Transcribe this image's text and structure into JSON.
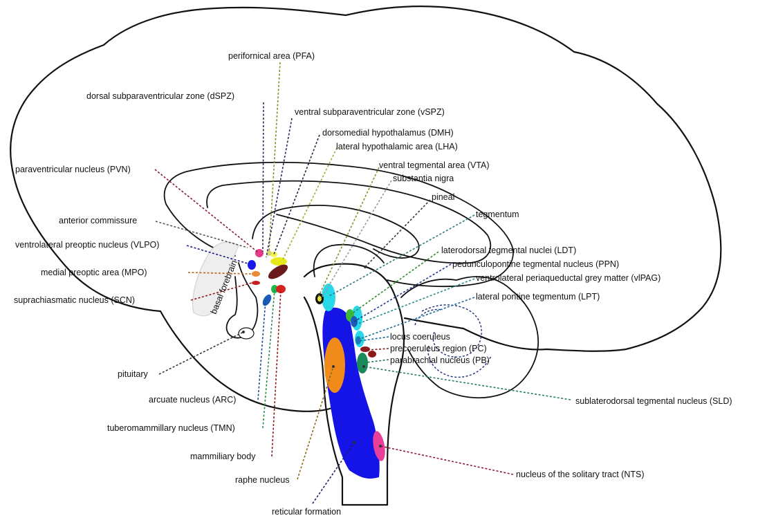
{
  "region_label": "basal forebrain",
  "labels": {
    "pfa": {
      "text": "perifornical area (PFA)",
      "color": "#8c8c2a"
    },
    "dspz": {
      "text": "dorsal subparaventricular zone (dSPZ)",
      "color": "#2b2b55"
    },
    "vspz": {
      "text": "ventral subparaventricular zone (vSPZ)",
      "color": "#1e2e5a"
    },
    "dmh": {
      "text": "dorsomedial hypothalamus (DMH)",
      "color": "#222244"
    },
    "lha": {
      "text": "lateral hypothalamic area (LHA)",
      "color": "#a8a83a"
    },
    "pvn": {
      "text": "paraventricular nucleus (PVN)",
      "color": "#8b1a2a"
    },
    "vta": {
      "text": "ventral tegmental area (VTA)",
      "color": "#8c8c2a"
    },
    "substantia": {
      "text": "substantia nigra",
      "color": "#999999"
    },
    "pineal": {
      "text": "pineal",
      "color": "#333333"
    },
    "tegmentum": {
      "text": "tegmentum",
      "color": "#2a7a7a"
    },
    "ac": {
      "text": "anterior commissure",
      "color": "#555555"
    },
    "vlpo": {
      "text": "ventrolateral preoptic nucleus (VLPO)",
      "color": "#1a1a8c"
    },
    "mpo": {
      "text": "medial preoptic area (MPO)",
      "color": "#b8661a"
    },
    "scn": {
      "text": "suprachiasmatic nucleus (SCN)",
      "color": "#8b1a1a"
    },
    "ldt": {
      "text": "laterodorsal tegmental nuclei (LDT)",
      "color": "#2a8a2a"
    },
    "ppn": {
      "text": "pedunculopontine tegmental nucleus (PPN)",
      "color": "#1a3a8c"
    },
    "vlpag": {
      "text": "ventrolateral periaqueductal grey matter (vlPAG)",
      "color": "#2a8a8a"
    },
    "lpt": {
      "text": "lateral pontine tegmentum (LPT)",
      "color": "#1a6a9a"
    },
    "lc": {
      "text": "locus coeruleus",
      "color": "#1a6a9a"
    },
    "pc": {
      "text": "precoeruleus region (PC)",
      "color": "#8b1a1a"
    },
    "pb": {
      "text": "parabrachial nucleus (PB)",
      "color": "#1a7a4a"
    },
    "pituitary": {
      "text": "pituitary",
      "color": "#333333"
    },
    "sld": {
      "text": "sublaterodorsal tegmental nucleus (SLD)",
      "color": "#2a7a6a"
    },
    "arc": {
      "text": "arcuate nucleus (ARC)",
      "color": "#1a4a9a"
    },
    "tmn": {
      "text": "tuberomammillary nucleus (TMN)",
      "color": "#2a8a4a"
    },
    "mammillary": {
      "text": "mammiliary body",
      "color": "#8b1a1a"
    },
    "raphe": {
      "text": "raphe nucleus",
      "color": "#8a6a1a"
    },
    "nts": {
      "text": "nucleus of the solitary tract (NTS)",
      "color": "#8b1a3a"
    },
    "reticular": {
      "text": "reticular formation",
      "color": "#1a1a6a"
    }
  }
}
